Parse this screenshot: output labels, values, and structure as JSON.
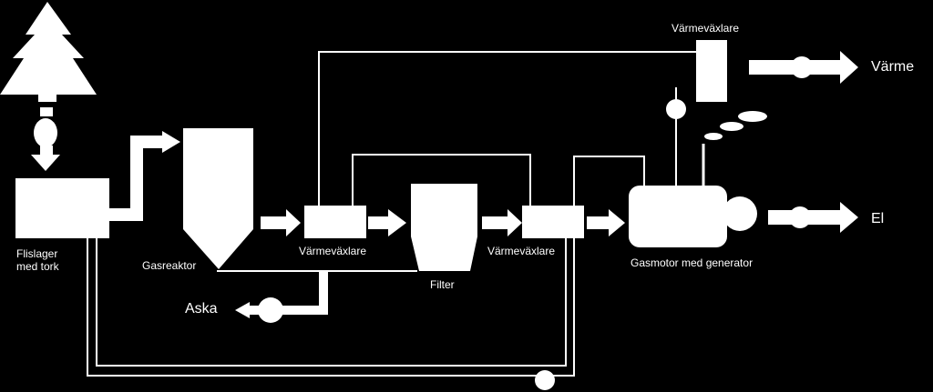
{
  "labels": {
    "storage_line1": "Flislager",
    "storage_line2": "med tork",
    "gas_reactor": "Gasreaktor",
    "heat_exchanger_1": "Värmeväxlare",
    "filter": "Filter",
    "heat_exchanger_2": "Värmeväxlare",
    "heat_exchanger_top": "Värmeväxlare",
    "gas_engine": "Gasmotor med generator",
    "ash": "Aska",
    "heat_output": "Värme",
    "electricity_output": "El"
  },
  "colors": {
    "background": "#000000",
    "foreground": "#ffffff"
  }
}
